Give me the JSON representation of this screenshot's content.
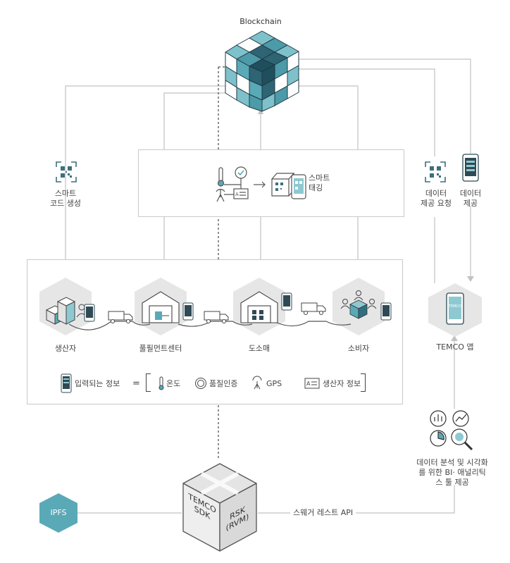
{
  "blockchain": {
    "label": "Blockchain"
  },
  "smart_code": {
    "line1": "스마트",
    "line2": "코드 생성"
  },
  "smart_tagging": {
    "line1": "스마트",
    "line2": "태깅"
  },
  "data_request": {
    "line1": "데이터",
    "line2": "제공 요청"
  },
  "data_provide": {
    "line1": "데이터",
    "line2": "제공"
  },
  "chain": {
    "producer": "생산자",
    "fulfillment": "풀필먼트센터",
    "wholesale": "도소매",
    "consumer": "소비자"
  },
  "legend": {
    "input_info": "입력되는 정보",
    "equals": "=",
    "temperature": "온도",
    "quality": "품질인증",
    "gps": "GPS",
    "producer_info": "생산자 정보"
  },
  "temco_app": {
    "label": "TEMCO 앱",
    "screen_text": "TEMCO"
  },
  "bi": {
    "line1": "데이터 분석 및 시각화",
    "line2": "를 위한 BI· 애널리틱",
    "line3": "스 툴 제공"
  },
  "sdk": {
    "left_line1": "TEMCO",
    "left_line2": "SDK",
    "right_line1": "RSK",
    "right_line2": "(RVM)"
  },
  "ipfs": {
    "label": "IPFS"
  },
  "api": {
    "label": "스웨거 레스트 API"
  },
  "colors": {
    "teal": "#5aa9b7",
    "teal_dark": "#2f6f80",
    "teal_light": "#8ec9d2",
    "grey_line": "#bdbdbd"
  }
}
